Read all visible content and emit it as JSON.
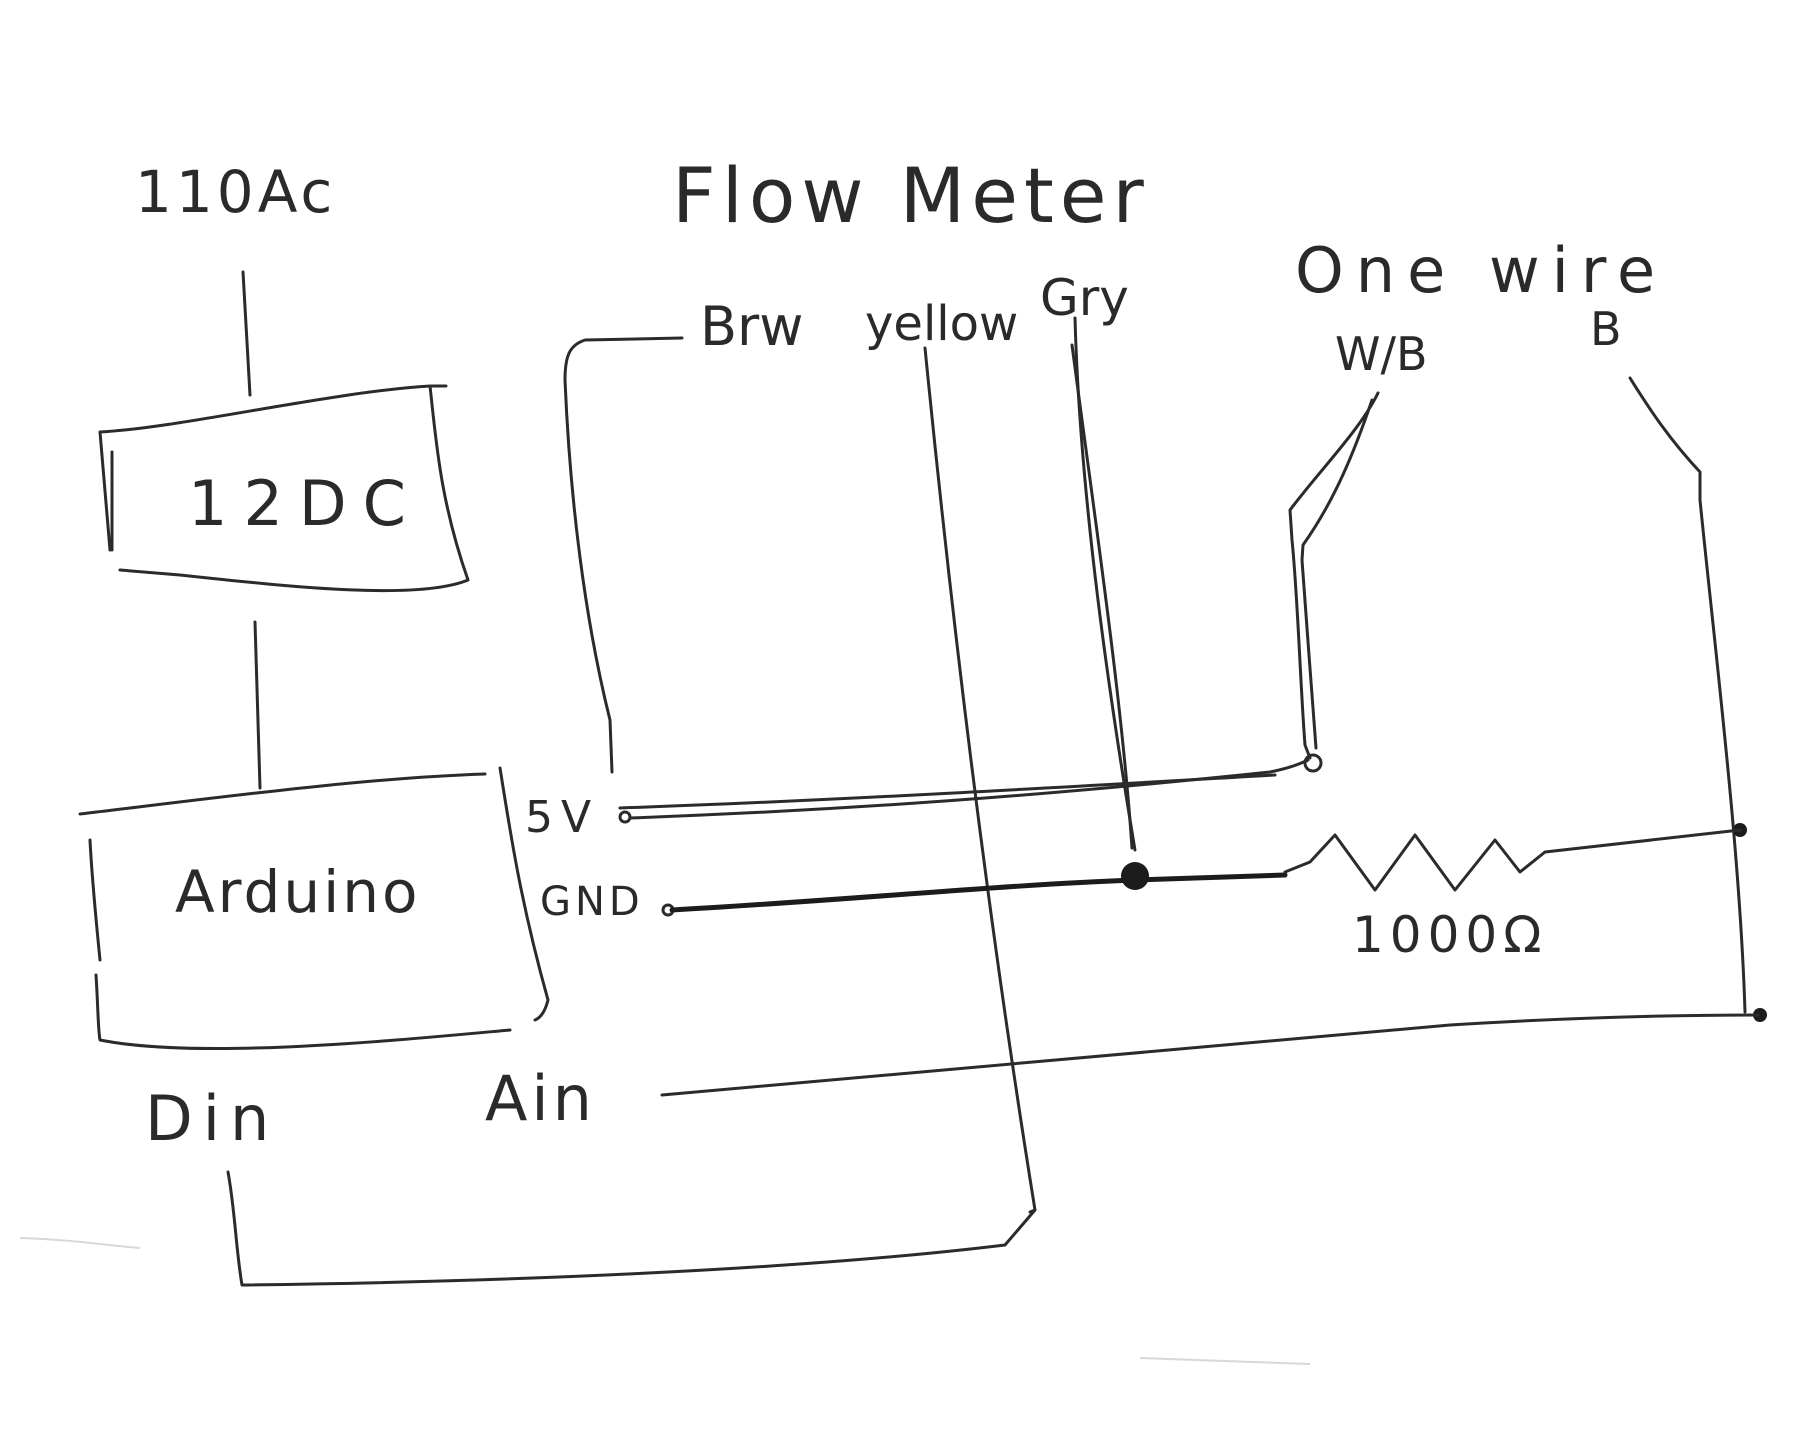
{
  "labels": {
    "ac_source": "110Ac",
    "power_supply": "12DC",
    "arduino": "Arduino",
    "pin_5v": "5V",
    "pin_gnd": "GND",
    "pin_din": "Din",
    "pin_ain": "Ain",
    "flow_meter": "Flow Meter",
    "wire_brown": "Brw",
    "wire_yellow": "yellow",
    "wire_gray": "Gry",
    "one_wire": "One wire",
    "wire_wb": "W/B",
    "wire_b": "B",
    "resistor": "1000Ω"
  }
}
